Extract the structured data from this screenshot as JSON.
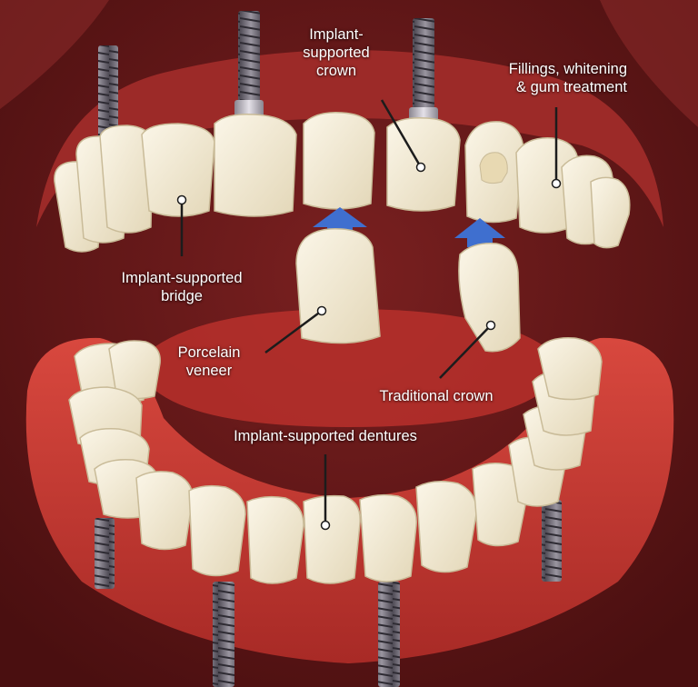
{
  "labels": {
    "implant_crown": [
      "Implant-",
      "supported",
      "crown"
    ],
    "fillings": [
      "Fillings, whitening",
      "& gum treatment"
    ],
    "bridge": [
      "Implant-supported",
      "bridge"
    ],
    "veneer": [
      "Porcelain",
      "veneer"
    ],
    "traditional_crown": [
      "Traditional crown"
    ],
    "dentures": [
      "Implant-supported dentures"
    ]
  },
  "colors": {
    "background": "#5a1414",
    "gum": "#c23a32",
    "tooth": "#f4ecd6",
    "implant": "#77737b",
    "arrow": "#3f6fcf",
    "label_text": "#ffffff"
  }
}
